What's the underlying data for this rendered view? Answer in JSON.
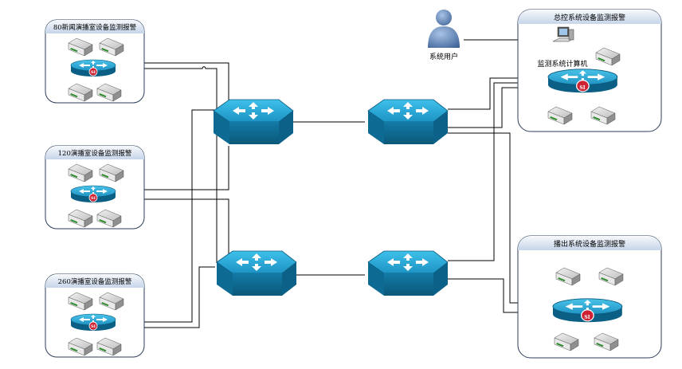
{
  "colors": {
    "panel_header_top": "#f4f7fb",
    "panel_header_bottom": "#c9d7ea",
    "panel_border": "#2c3e5a",
    "router_top": "#2aa9d8",
    "router_side": "#0f6f98",
    "router_front": "#0b5a7d",
    "line": "#000000",
    "badge": "#cc2233",
    "user_icon": "#5b7fb0"
  },
  "icons": {
    "router": "router-icon",
    "switch": "switch-icon",
    "server": "server-icon",
    "computer": "computer-icon",
    "user": "user-icon"
  },
  "panels": [
    {
      "id": "p80",
      "title": "80新闻演播室设备监测报警"
    },
    {
      "id": "p120",
      "title": "120演播室设备监测报警"
    },
    {
      "id": "p260",
      "title": "260演播室设备监测报警"
    },
    {
      "id": "pctrl",
      "title": "总控系统设备监测报警"
    },
    {
      "id": "pout",
      "title": "播出系统设备监测报警"
    }
  ],
  "labels": {
    "system_user": "系统用户",
    "monitor_pc": "监测系统计算机",
    "switch_badge": "SI"
  }
}
